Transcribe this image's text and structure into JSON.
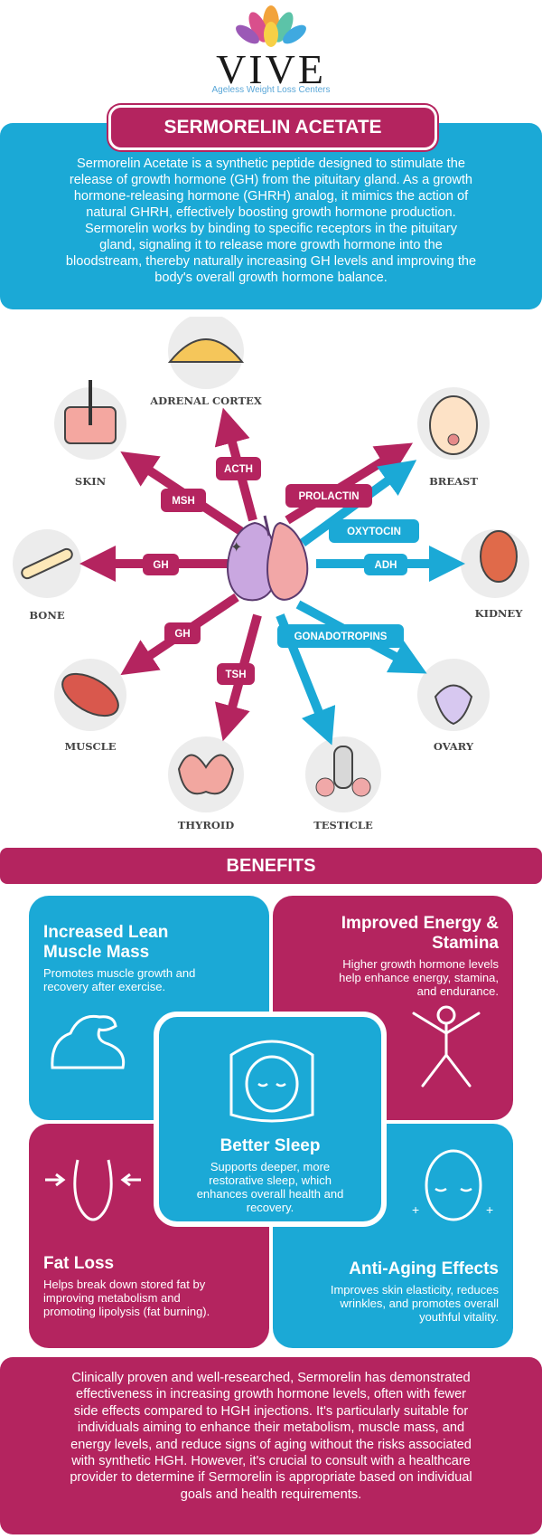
{
  "brand": {
    "name": "VIVE",
    "tagline": "Ageless Weight Loss Centers",
    "colors": {
      "magenta": "#b4245f",
      "cyan": "#1ba9d6"
    }
  },
  "intro": {
    "title": "SERMORELIN ACETATE",
    "lines": [
      "Sermorelin Acetate is a synthetic peptide designed to stimulate the",
      "release of growth hormone (GH) from the pituitary gland. As a growth",
      "hormone-releasing hormone (GHRH) analog, it mimics the action of",
      "natural GHRH, effectively boosting growth hormone production.",
      "Sermorelin works by binding to specific receptors in the pituitary",
      "gland, signaling it to release more growth hormone into the",
      "bloodstream, thereby naturally increasing GH levels and improving the",
      "body's overall growth hormone balance."
    ]
  },
  "diagram": {
    "organs": {
      "adrenal": "ADRENAL CORTEX",
      "skin": "SKIN",
      "breast": "BREAST",
      "bone": "BONE",
      "kidney": "KIDNEY",
      "muscle": "MUSCLE",
      "ovary": "OVARY",
      "thyroid": "THYROID",
      "testicle": "TESTICLE"
    },
    "hormones": {
      "acth": "ACTH",
      "msh": "MSH",
      "prolactin": "PROLACTIN",
      "oxytocin": "OXYTOCIN",
      "gh_bone": "GH",
      "adh": "ADH",
      "gh_muscle": "GH",
      "gonadotropins": "GONADOTROPINS",
      "tsh": "TSH"
    }
  },
  "benefits": {
    "heading": "BENEFITS",
    "muscle": {
      "title_lines": [
        "Increased Lean",
        "Muscle Mass"
      ],
      "desc_lines": [
        "Promotes muscle growth and",
        "recovery after exercise."
      ]
    },
    "energy": {
      "title_lines": [
        "Improved Energy &",
        "Stamina"
      ],
      "desc_lines": [
        "Higher growth hormone levels",
        "help enhance energy, stamina,",
        "and endurance."
      ]
    },
    "sleep": {
      "title_lines": [
        "Better Sleep"
      ],
      "desc_lines": [
        "Supports deeper, more",
        "restorative sleep, which",
        "enhances overall health and",
        "recovery."
      ]
    },
    "fat": {
      "title_lines": [
        "Fat Loss"
      ],
      "desc_lines": [
        "Helps break down stored fat by",
        "improving metabolism and",
        "promoting lipolysis (fat burning)."
      ]
    },
    "aging": {
      "title_lines": [
        "Anti-Aging Effects"
      ],
      "desc_lines": [
        "Improves skin elasticity, reduces",
        "wrinkles, and promotes overall",
        "youthful vitality."
      ]
    }
  },
  "closing": {
    "lines": [
      "Clinically proven and well-researched, Sermorelin has demonstrated",
      "effectiveness in increasing growth hormone levels, often with fewer",
      "side effects compared to HGH injections. It's particularly suitable for",
      "individuals aiming to enhance their metabolism, muscle mass, and",
      "energy levels, and reduce signs of aging without the risks associated",
      "with synthetic HGH. However, it's crucial to consult with a healthcare",
      "provider to determine if Sermorelin is appropriate based on individual",
      "goals and health requirements."
    ]
  }
}
